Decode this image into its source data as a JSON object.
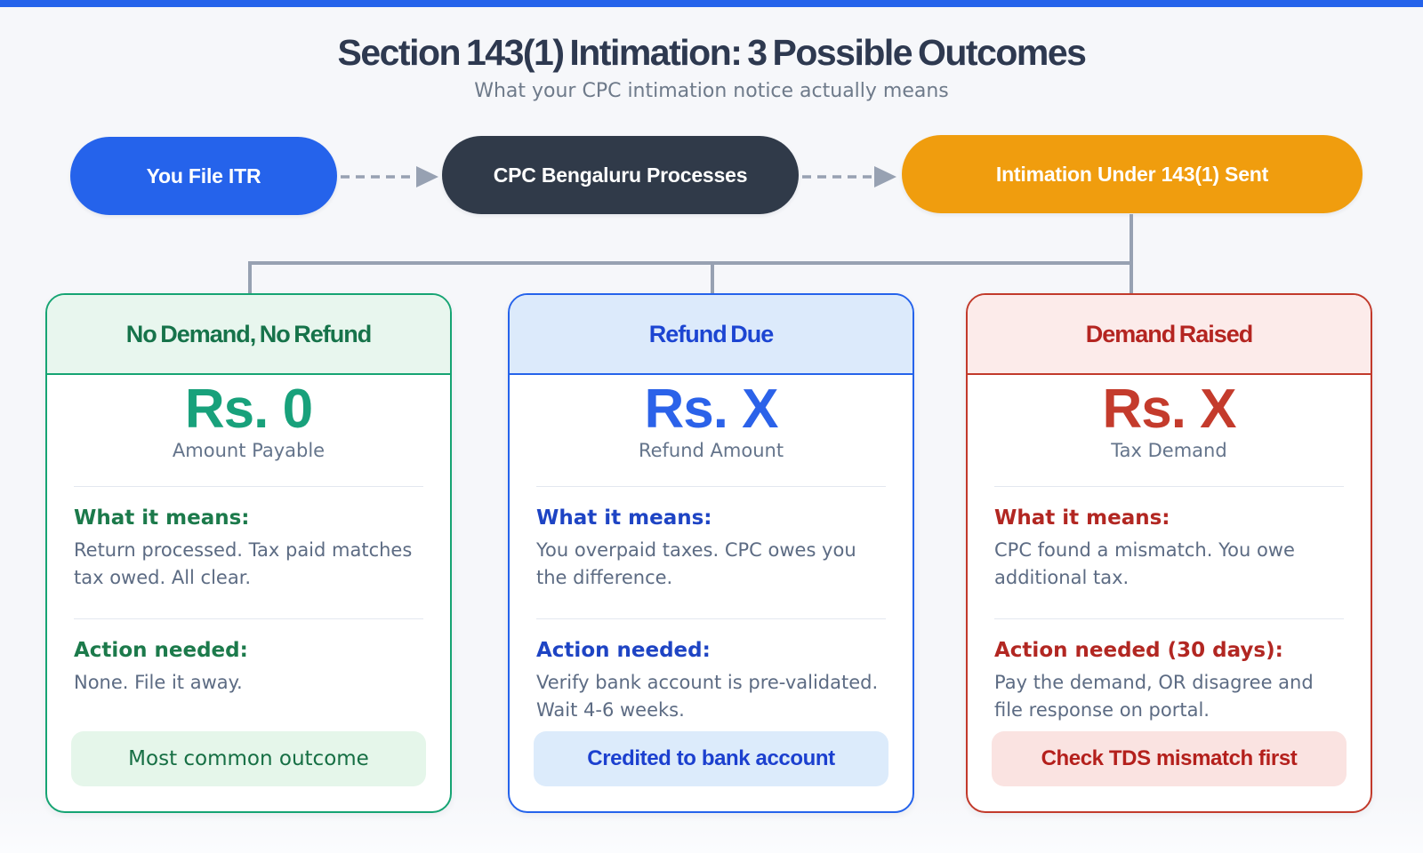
{
  "page": {
    "accent_bar_color": "#2563eb",
    "title": "Section 143(1) Intimation: 3 Possible Outcomes",
    "subtitle": "What your CPC intimation notice actually means"
  },
  "flow": {
    "connector_color": "#97a1b2",
    "steps": [
      {
        "label": "You File ITR",
        "color": "#2563eb",
        "text_color": "#ffffff"
      },
      {
        "label": "CPC Bengaluru Processes",
        "color": "#303a49",
        "text_color": "#ffffff"
      },
      {
        "label": "Intimation Under 143(1) Sent",
        "color": "#f09d0e",
        "text_color": "#ffffff"
      }
    ]
  },
  "outcomes": [
    {
      "title": "No Demand, No Refund",
      "amount": "Rs. 0",
      "amount_label": "Amount Payable",
      "sections": [
        {
          "heading": "What it means:",
          "text": "Return processed. Tax paid matches tax owed. All clear."
        },
        {
          "heading": "Action needed:",
          "text": "None. File it away."
        }
      ],
      "badge": "Most common outcome",
      "colors": {
        "accent": "#16a473",
        "header_bg": "#e8f6ee",
        "header_text": "#16734a",
        "amount": "#18a17b",
        "heading": "#1c7a4b",
        "badge_bg": "#e5f6ea",
        "badge_text": "#166f44"
      }
    },
    {
      "title": "Refund Due",
      "amount": "Rs. X",
      "amount_label": "Refund Amount",
      "sections": [
        {
          "heading": "What it means:",
          "text": "You overpaid taxes. CPC owes you the difference."
        },
        {
          "heading": "Action needed:",
          "text": "Verify bank account is pre-validated. Wait 4-6 weeks."
        }
      ],
      "badge": "Credited to bank account",
      "colors": {
        "accent": "#2563eb",
        "header_bg": "#dceafb",
        "header_text": "#1c45d2",
        "amount": "#2b62e9",
        "heading": "#1e44c4",
        "badge_bg": "#dcebfb",
        "badge_text": "#1c40cf"
      }
    },
    {
      "title": "Demand Raised",
      "amount": "Rs. X",
      "amount_label": "Tax Demand",
      "sections": [
        {
          "heading": "What it means:",
          "text": "CPC found a mismatch. You owe additional tax."
        },
        {
          "heading": "Action needed (30 days):",
          "text": "Pay the demand, OR disagree and file response on portal."
        }
      ],
      "badge": "Check TDS mismatch first",
      "colors": {
        "accent": "#c23a2b",
        "header_bg": "#fcebea",
        "header_text": "#b42521",
        "amount": "#c43b2c",
        "heading": "#b22722",
        "badge_bg": "#fae3e1",
        "badge_text": "#b4201c"
      }
    }
  ]
}
